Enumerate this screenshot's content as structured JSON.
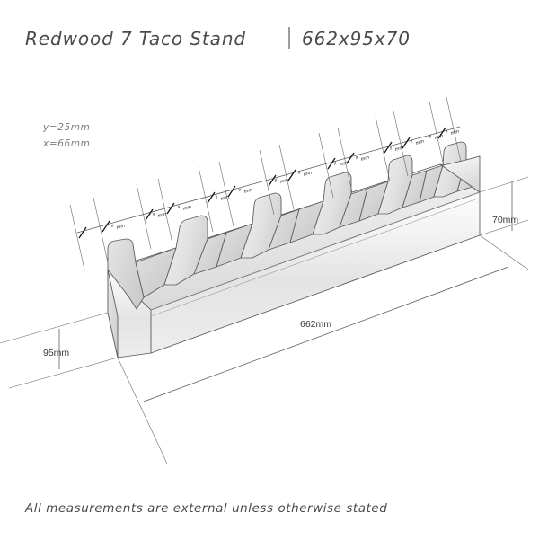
{
  "document": {
    "title": "Redwood 7 Taco Stand | 662x95x70",
    "title_name": "Redwood 7 Taco Stand",
    "title_dimensions": "662x95x70",
    "footer_note": "All measurements are external unless otherwise stated",
    "background_color": "#ffffff",
    "ink_color": "#4a4a4a"
  },
  "notes": {
    "y_note": "y=25mm",
    "x_note": "x=66mm"
  },
  "dimensions": {
    "length": "662mm",
    "depth": "95mm",
    "height": "70mm"
  },
  "chain_dimension": {
    "sequence": [
      {
        "label": "x",
        "unit": "mm"
      },
      {
        "label": "y",
        "unit": "mm"
      },
      {
        "label": "x",
        "unit": "mm"
      },
      {
        "label": "y",
        "unit": "mm"
      },
      {
        "label": "x",
        "unit": "mm"
      },
      {
        "label": "y",
        "unit": "mm"
      },
      {
        "label": "x",
        "unit": "mm"
      },
      {
        "label": "y",
        "unit": "mm"
      },
      {
        "label": "x",
        "unit": "mm"
      },
      {
        "label": "y",
        "unit": "mm"
      },
      {
        "label": "x",
        "unit": "mm"
      },
      {
        "label": "y",
        "unit": "mm"
      },
      {
        "label": "x",
        "unit": "mm"
      }
    ]
  },
  "model": {
    "description": "Isometric wooden taco stand with seven peaked dividers and six V-shaped slots",
    "slot_count": 7,
    "body_fill_light": "#f2f2f2",
    "body_fill_mid": "#dcdcdc",
    "body_fill_dark": "#c9c9c9",
    "outline_color": "#59595c"
  }
}
